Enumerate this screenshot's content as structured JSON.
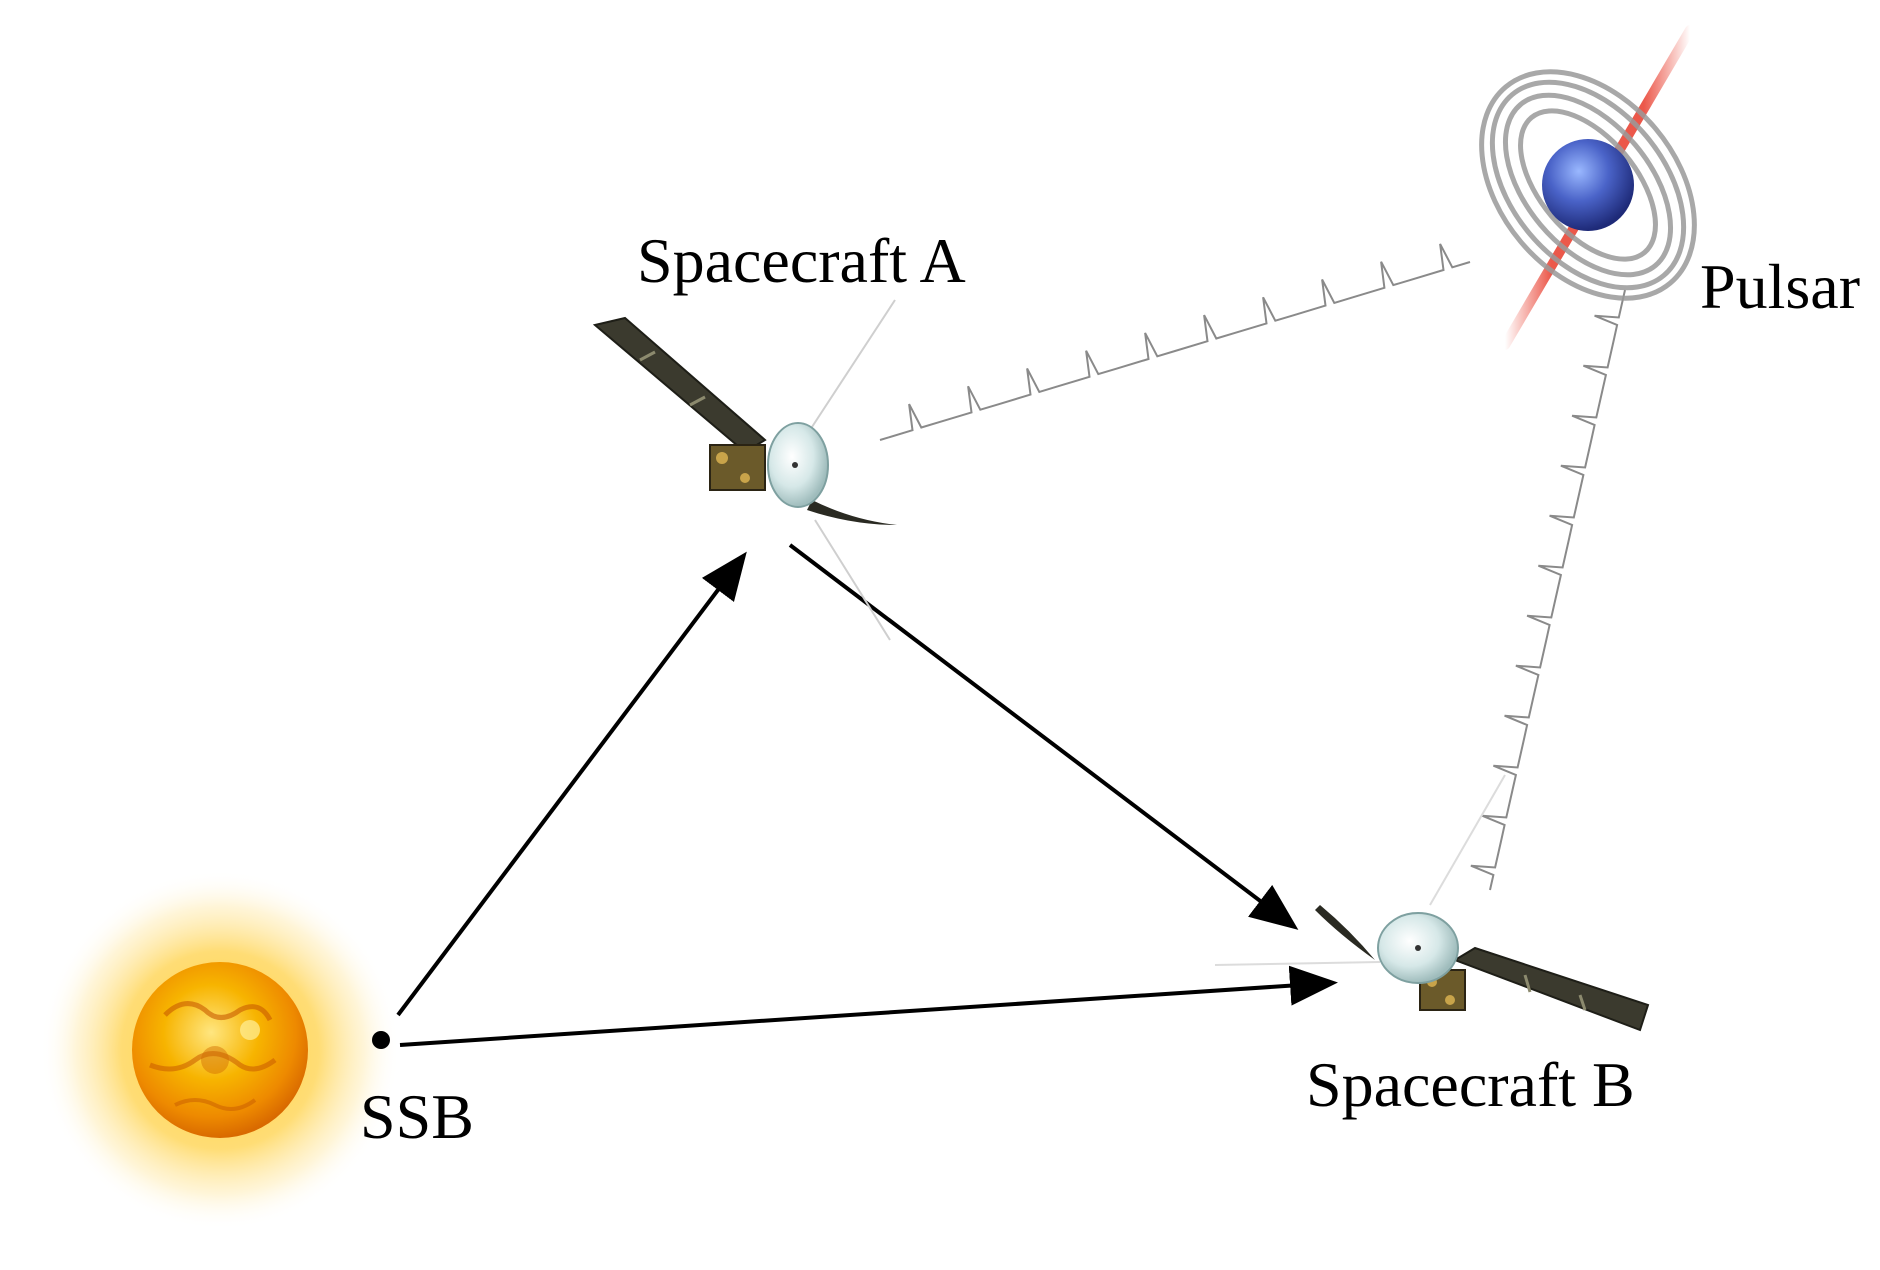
{
  "labels": {
    "spacecraft_a": "Spacecraft A",
    "spacecraft_b": "Spacecraft B",
    "pulsar": "Pulsar",
    "ssb": "SSB"
  },
  "colors": {
    "arrow": "#000000",
    "pulse_wave": "#8a8a8a",
    "pulsar_core": "#3a4fb0",
    "pulsar_beam": "#e83a2a",
    "sun_core": "#f5a300",
    "sun_glow": "#ffd966",
    "solar_panel": "#3b3a2e",
    "dish": "#cfe3e3"
  },
  "icons": {
    "sun": "sun-icon",
    "pulsar": "pulsar-icon",
    "spacecraft": "spacecraft-icon"
  }
}
